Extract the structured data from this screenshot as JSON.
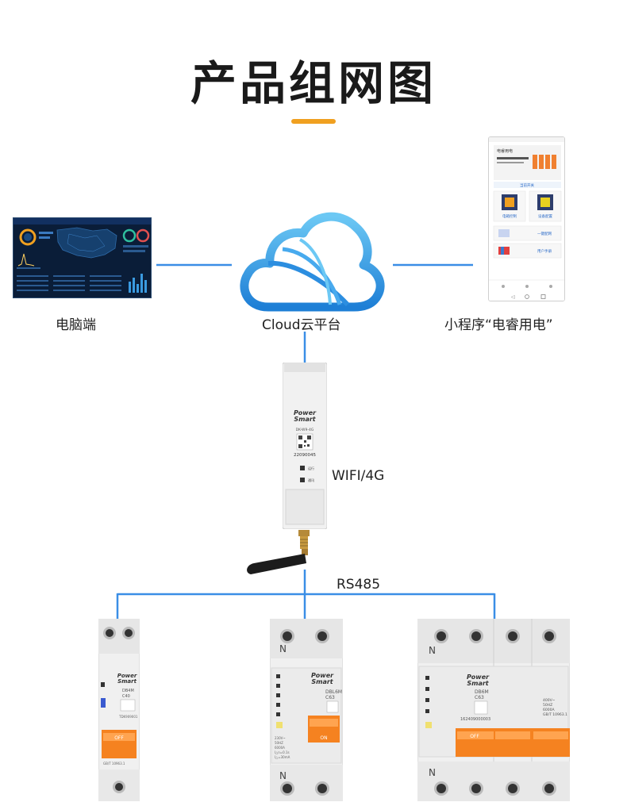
{
  "title": "产品组网图",
  "nodes": {
    "pc": {
      "label": "电脑端"
    },
    "cloud": {
      "label": "Cloud云平台"
    },
    "miniprogram": {
      "label": "小程序“电睿用电”",
      "app_header": "电睿用电",
      "tab_label": "当前开关",
      "tiles": [
        "电箱控制",
        "设备配置"
      ],
      "rows": [
        "一键配网",
        "用户手册"
      ]
    },
    "gateway": {
      "brand_line1": "Power",
      "brand_line2": "Smart",
      "model": "DK-W9-4G",
      "serial": "22090045",
      "led1": "运行",
      "led2": "通讯",
      "comm_label": "WIFI/4G"
    },
    "bus": {
      "label": "RS485"
    },
    "breakers": [
      {
        "brand1": "Power",
        "brand2": "Smart",
        "model": "DB4M",
        "rating": "C40",
        "code": "TDK909001",
        "switch": "OFF",
        "spec": "GB/T 10963.1"
      },
      {
        "brand1": "Power",
        "brand2": "Smart",
        "model": "DBL6M",
        "rating": "C63",
        "switch": "ON",
        "neutral": "N",
        "specs": [
          "230V~",
          "50HZ",
          "6000A",
          "I△n=0.1s",
          "I△=30mA"
        ]
      },
      {
        "brand1": "Power",
        "brand2": "Smart",
        "model": "DB6M",
        "rating": "C63",
        "code": "162409000003",
        "switch": "OFF",
        "neutral": "N",
        "specs": [
          "400V~",
          "50HZ",
          "6000A",
          "GB/T 10963.1"
        ]
      }
    ]
  },
  "colors": {
    "accent": "#f0a020",
    "line": "#3a8ee6",
    "cloud": "#2f9ae0",
    "switch": "#f58220"
  }
}
